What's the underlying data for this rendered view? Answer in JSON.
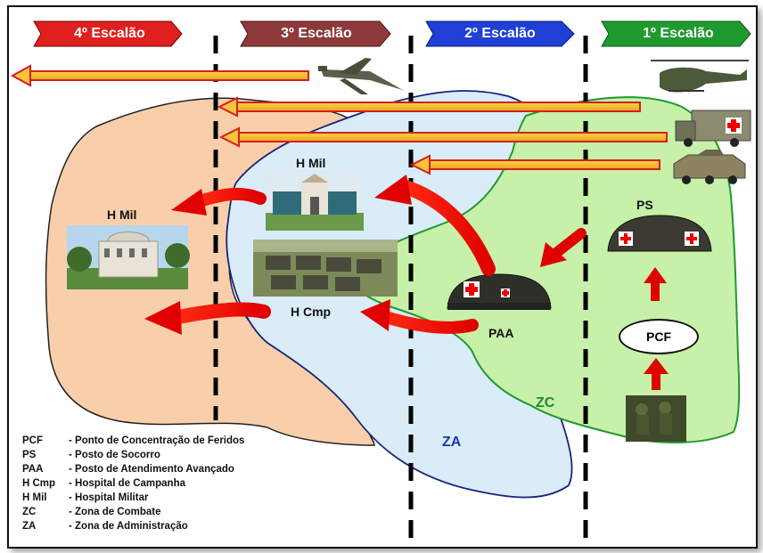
{
  "echelons": [
    "4º Escalão",
    "3º Escalão",
    "2º Escalão",
    "1º Escalão"
  ],
  "echelon_colors": [
    "#e01f1f",
    "#8e3a3a",
    "#1f3fd6",
    "#1f9a2e"
  ],
  "zones": {
    "za": "ZA",
    "zc": "ZC"
  },
  "facilities": {
    "h_mil_left": "H Mil",
    "h_mil_center": "H Mil",
    "h_cmp": "H Cmp",
    "paa": "PAA",
    "ps": "PS",
    "pcf": "PCF"
  },
  "legend": [
    {
      "abbr": "PCF",
      "desc": "- Ponto de Concentração de Feridos"
    },
    {
      "abbr": "PS",
      "desc": "- Posto de Socorro"
    },
    {
      "abbr": "PAA",
      "desc": "- Posto de Atendimento Avançado"
    },
    {
      "abbr": "H Cmp",
      "desc": "- Hospital de Campanha"
    },
    {
      "abbr": "H Mil",
      "desc": "- Hospital Militar"
    },
    {
      "abbr": "ZC",
      "desc": "- Zona de Combate"
    },
    {
      "abbr": "ZA",
      "desc": "- Zona de Administração"
    }
  ],
  "icons": [
    "airplane-icon",
    "helicopter-icon",
    "ambulance-icon",
    "armored-vehicle-icon",
    "tent-icon",
    "building-icon",
    "camp-icon",
    "soldiers-icon"
  ]
}
